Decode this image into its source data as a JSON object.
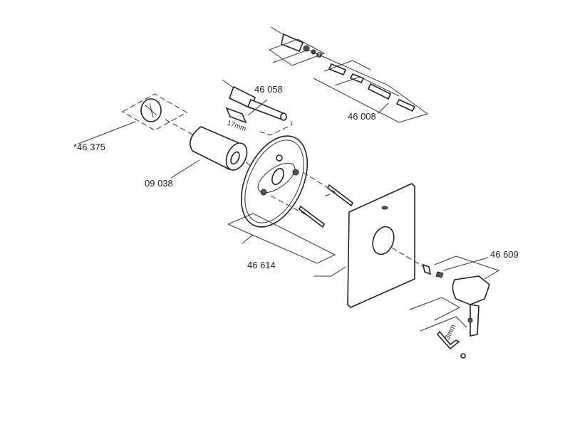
{
  "diagram": {
    "part_numbers": {
      "cartridge_top": "46 008",
      "cartridge": "46 058",
      "cap": "*46 375",
      "sleeve": "09 038",
      "plate_screws": "46 614",
      "handle": "46 609"
    },
    "tool_sizes": {
      "socket": "17mm",
      "hex_key": "3mm"
    }
  }
}
